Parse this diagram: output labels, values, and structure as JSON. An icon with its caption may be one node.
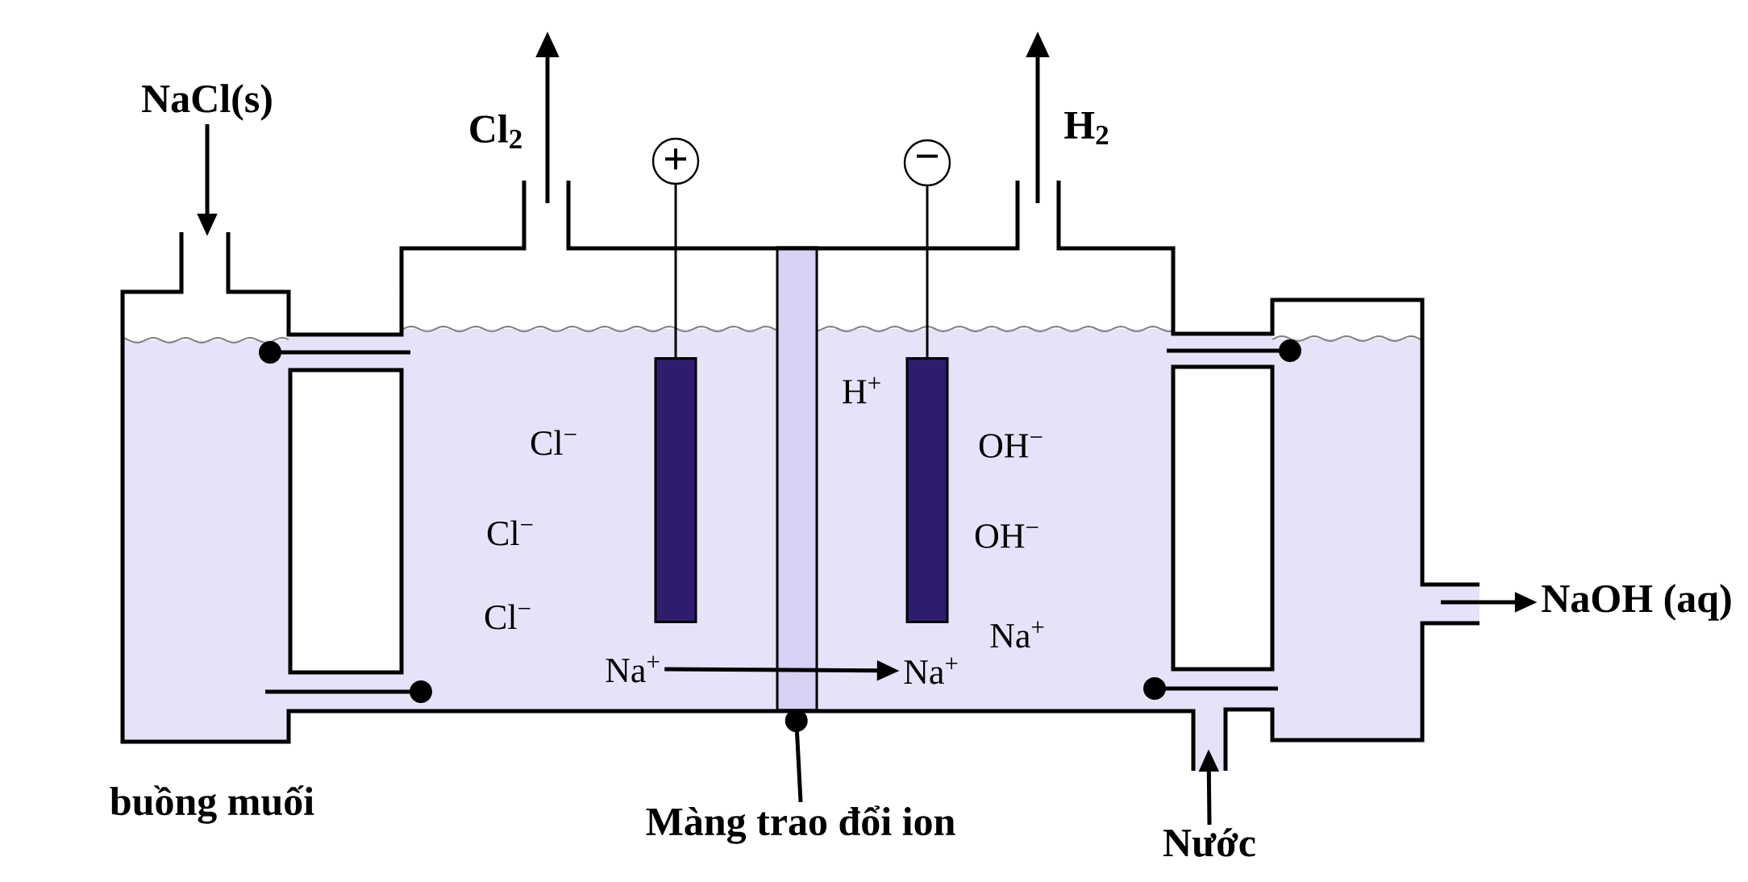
{
  "diagram": {
    "nodes": [
      {
        "text": [
          "NaCl(s)"
        ]
      },
      {
        "text": [
          "+"
        ]
      },
      {
        "text": [
          "−"
        ]
      },
      {
        "text": [],
        "shape": "bar"
      },
      {
        "text": [],
        "shape": "bar"
      },
      {
        "text": [
          "Na$^{+}$"
        ]
      },
      {
        "text": [
          "Na$^{+}$"
        ]
      },
      {
        "text": [
          "NaOH (aq)"
        ]
      },
      {
        "text": [
          "Màng trao đổi ion"
        ]
      },
      {
        "text": [
          "Nước"
        ]
      }
    ],
    "edges": [
      {
        "from": 0,
        "to": null,
        "arrow": "to"
      },
      {
        "from": 1,
        "to": 3,
        "arrow": "none"
      },
      {
        "from": 2,
        "to": 4,
        "arrow": "none"
      },
      {
        "from": 5,
        "to": 6,
        "arrow": "to"
      },
      {
        "from": null,
        "to": 7,
        "arrow": "to"
      },
      {
        "from": 8,
        "to": null,
        "arrow": "other"
      },
      {
        "from": 9,
        "to": null,
        "arrow": "to"
      }
    ],
    "labels": [
      "Cl$_{2}$",
      "H$_{2}$",
      "H$^{+}$",
      "Cl$^{−}$",
      "OH$^{−}$",
      "Cl$^{−}$",
      "OH$^{−}$",
      "Cl$^{−}$",
      "Na$^{+}$",
      "buồng muối"
    ]
  }
}
